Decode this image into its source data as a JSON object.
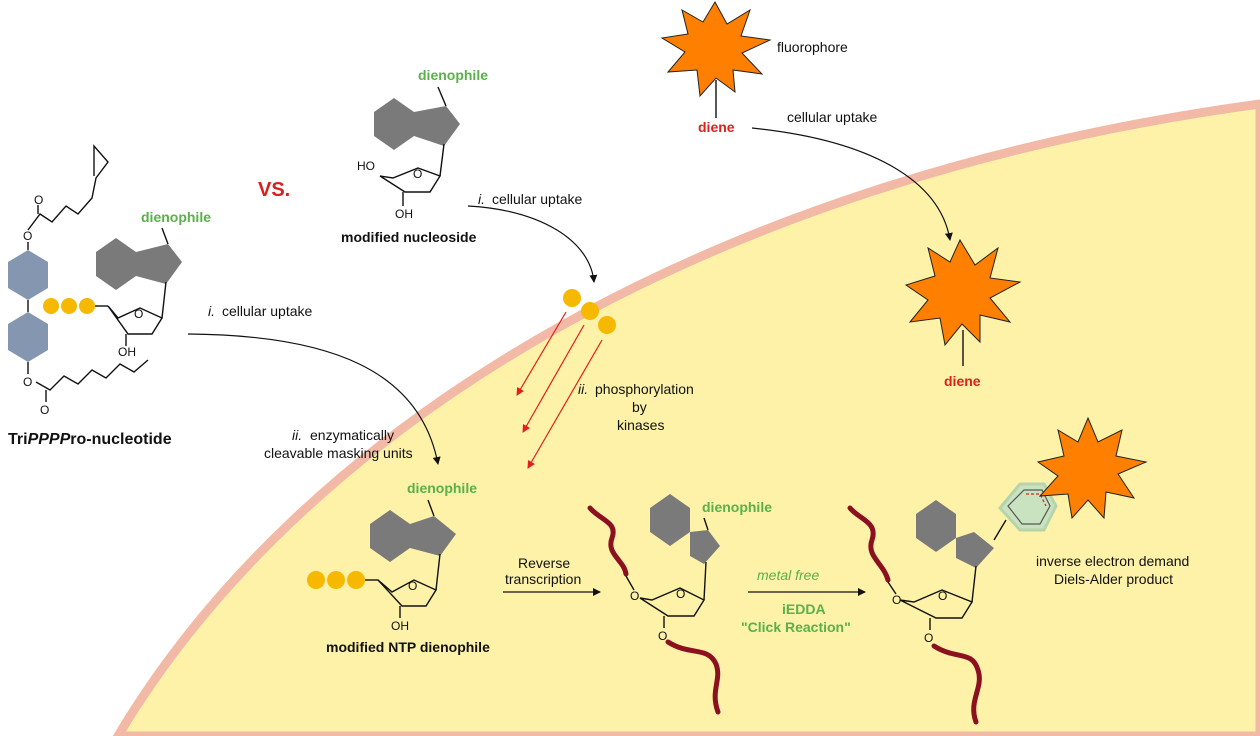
{
  "labels": {
    "vs": "VS.",
    "fluorophore": "fluorophore",
    "diene_top": "diene",
    "diene_mid": "diene",
    "cellular_uptake_right": "cellular uptake",
    "nucleoside_uptake_num": "i.",
    "nucleoside_uptake": "cellular uptake",
    "pro_uptake_num": "i.",
    "pro_uptake": "cellular uptake",
    "phos_num": "ii.",
    "phos_line1": "phosphorylation",
    "phos_line2": "by",
    "phos_line3": "kinases",
    "mask_num": "ii.",
    "mask_line1": "enzymatically",
    "mask_line2": "cleavable masking units",
    "dienophile_nucleoside": "dienophile",
    "dienophile_pro": "dienophile",
    "dienophile_ntp": "dienophile",
    "dienophile_rna": "dienophile",
    "modified_nucleoside": "modified nucleoside",
    "tri_prefix": "Tri",
    "tri_ppp": "PPP",
    "tri_suffix": "ro-nucleotide",
    "modified_ntp": "modified NTP dienophile",
    "reverse_line1": "Reverse",
    "reverse_line2": "transcription",
    "metal_free": "metal free",
    "iedda": "iEDDA",
    "click": "\"Click Reaction\"",
    "product_line1": "inverse electron demand",
    "product_line2": "Diels-Alder product",
    "ho": "HO",
    "oh": "OH",
    "o": "O"
  },
  "colors": {
    "cell_fill": "#fdf2a8",
    "membrane": "#f2b9a6",
    "dienophile_text": "#5ab04a",
    "diene_text": "#e0201c",
    "phosphate": "#f7b900",
    "fluorophore": "#ff7f00",
    "rna": "#8b1020",
    "base": "#7a7a7a",
    "masking_hex": "#8496b0"
  }
}
